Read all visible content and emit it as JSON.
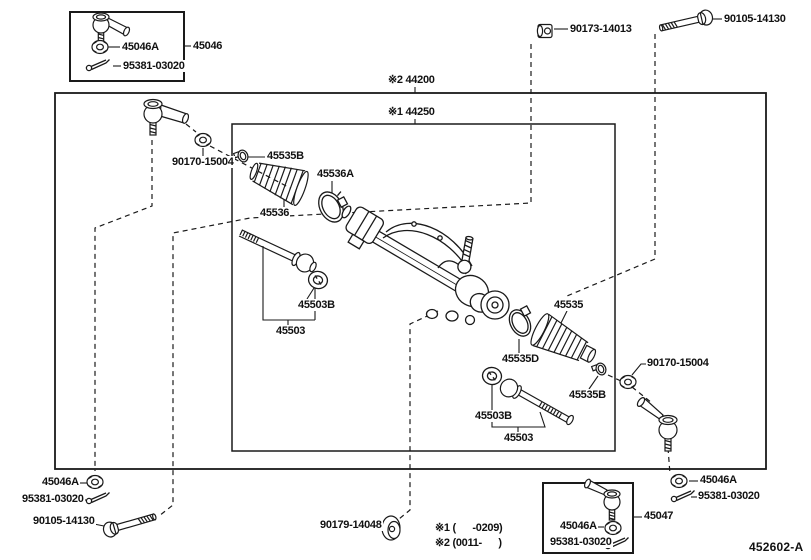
{
  "diagram": {
    "code": "452602-A",
    "outer_assembly": "※2 44200",
    "inner_assembly": "※1 44250",
    "note_line1": "※1 (      -0209)",
    "note_line2": "※2 (0011-      )"
  },
  "labels": {
    "box45046_nut": "45046A",
    "box45046_pin": "95381-03020",
    "box45046": "45046",
    "nut_90173_top": "90173-14013",
    "bolt_90105_top": "90105-14130",
    "nut_90170_left": "90170-15004",
    "clamp_45535b_left": "45535B",
    "clamp_45536a": "45536A",
    "boot_45536": "45536",
    "washer_45503b_left": "45503B",
    "rackend_45503_left": "45503",
    "boot_45535": "45535",
    "clamp_45535d": "45535D",
    "clamp_45535b_right": "45535B",
    "nut_90170_right": "90170-15004",
    "washer_45503b_right": "45503B",
    "rackend_45503_right": "45503",
    "nut_45046a_bottom_left": "45046A",
    "pin_95381_bottom_left": "95381-03020",
    "bolt_90105_bottom_left": "90105-14130",
    "nut_90179": "90179-14048",
    "nut_45046a_bottom_right": "45046A",
    "pin_95381_bottom_right": "95381-03020",
    "box45047_nut": "45046A",
    "box45047_pin": "95381-03020",
    "box45047": "45047"
  }
}
